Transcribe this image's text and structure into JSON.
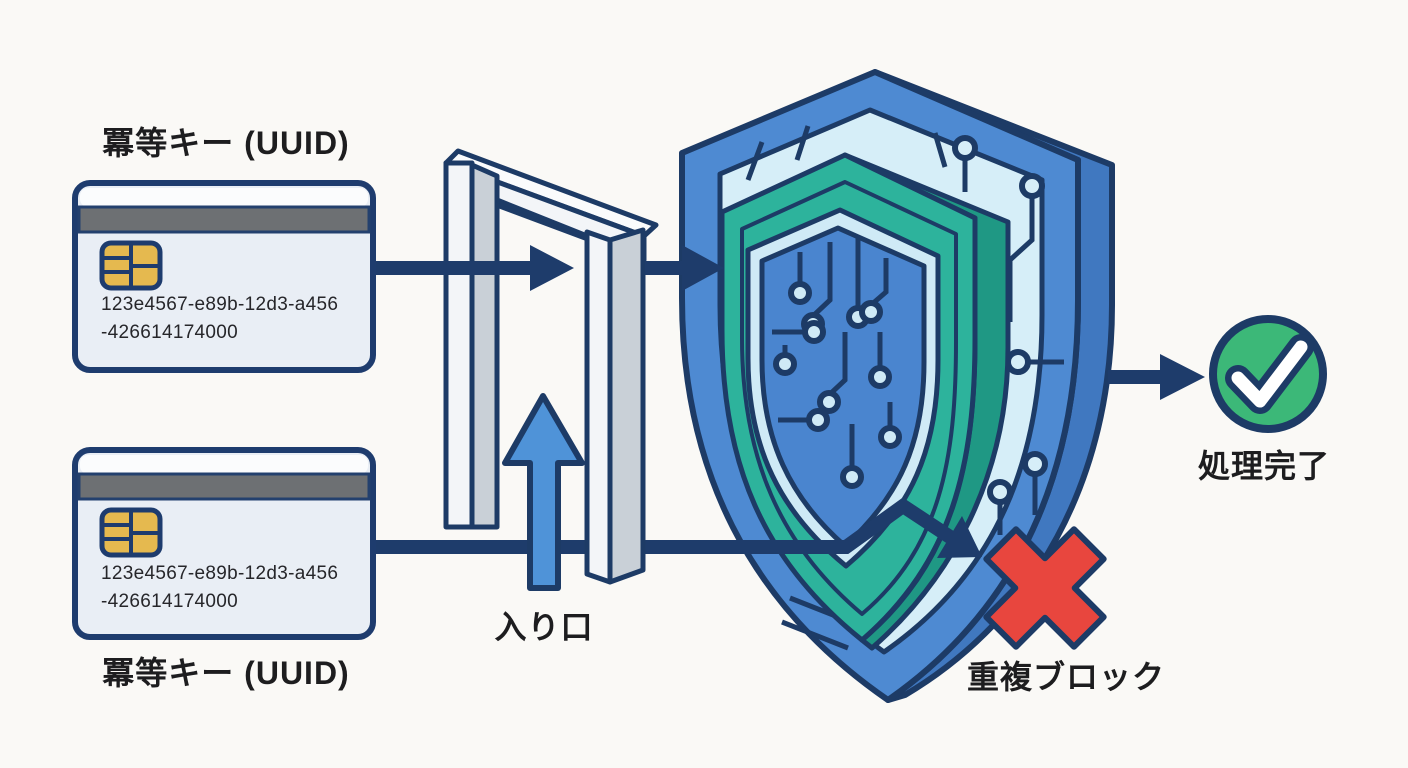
{
  "diagram_title": "Idempotency key duplicate-blocking flow",
  "background": "#faf9f6",
  "palette": {
    "outline_navy": "#1d3b66",
    "arrow_navy": "#1e3c6b",
    "shield_blue": "#4e8ad2",
    "shield_blue_side": "#4078c0",
    "pale_band": "#d6eef8",
    "teal": "#2db39c",
    "teal_side": "#1f9884",
    "core_blue": "#4a85cf",
    "card_body": "#e9eef5",
    "card_top_strip": "#fbfcfd",
    "magstripe_gray": "#6d7073",
    "chip_gold": "#e5b94f",
    "gate_front": "#f3f5f8",
    "gate_side": "#c9d0d7",
    "entry_arrow_blue": "#4f93d8",
    "success_green": "#3cb878",
    "blocked_red": "#e8463e",
    "text": "#1d1d1f"
  },
  "cards": {
    "label": "冪等キー (UUID)",
    "uuid_line1": "123e4567-e89b-12d3-a456",
    "uuid_line2": "-426614174000"
  },
  "gate": {
    "label": "入り口"
  },
  "result_success": {
    "label": "処理完了",
    "icon": "check-circle"
  },
  "result_blocked": {
    "label": "重複ブロック",
    "icon": "x-mark"
  }
}
